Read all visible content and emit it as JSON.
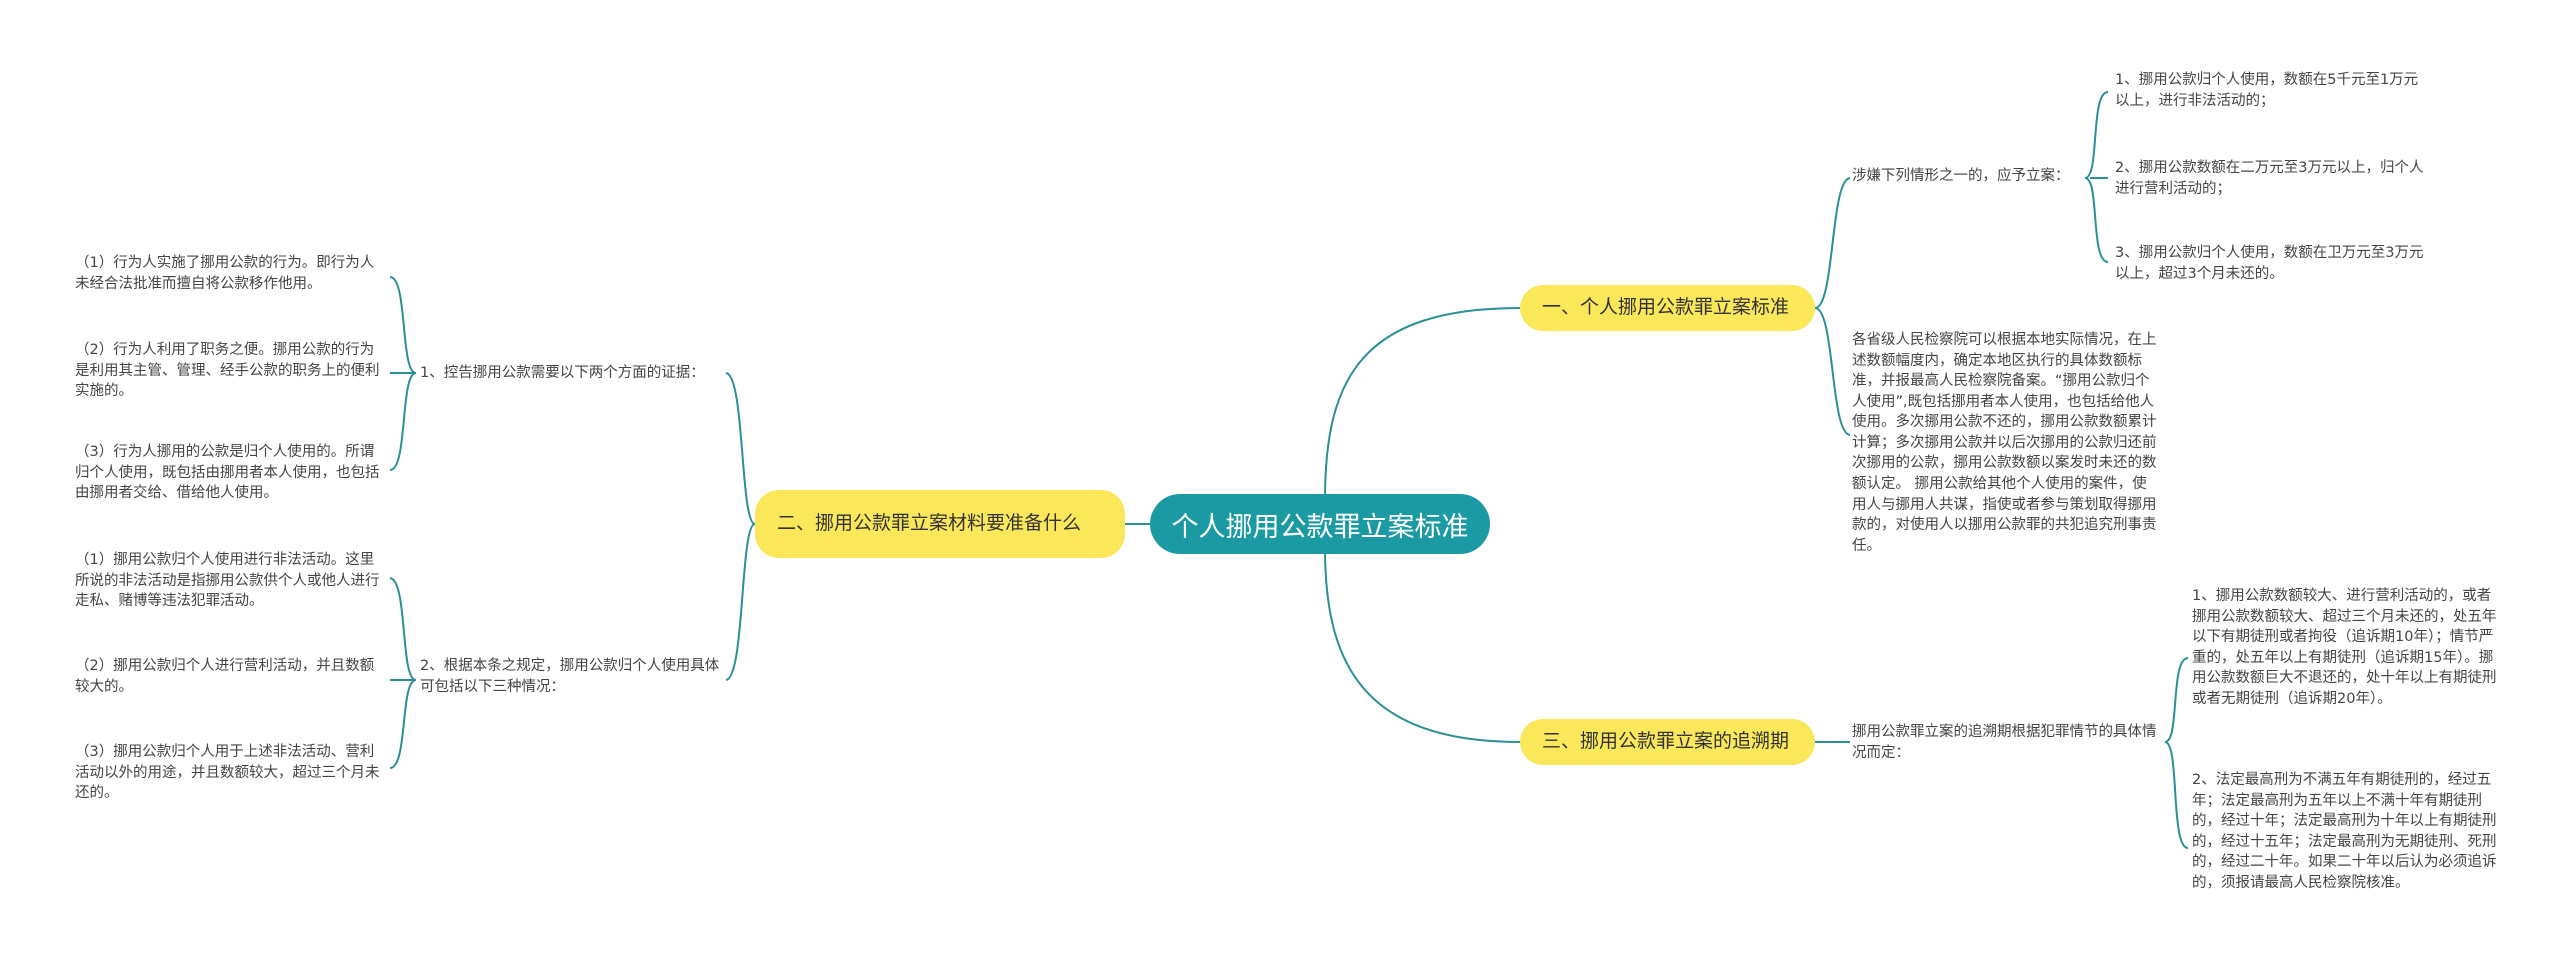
{
  "root": {
    "label": "个人挪用公款罪立案标准"
  },
  "branches": {
    "b1": {
      "label": "一、个人挪用公款罪立案标准"
    },
    "b2": {
      "label": "二、挪用公款罪立案材料要准备什么"
    },
    "b3": {
      "label": "三、挪用公款罪立案的追溯期"
    }
  },
  "nodes": {
    "b1_c1": "涉嫌下列情形之一的，应予立案：",
    "b1_c1_l1": "1、挪用公款归个人使用，数额在5千元至1万元以上，进行非法活动的；",
    "b1_c1_l2": "2、挪用公款数额在二万元至3万元以上，归个人进行营利活动的；",
    "b1_c1_l3": "3、挪用公款归个人使用，数额在卫万元至3万元以上，超过3个月未还的。",
    "b1_c2": "各省级人民检察院可以根据本地实际情况，在上述数额幅度内，确定本地区执行的具体数额标准，并报最高人民检察院备案。“挪用公款归个人使用”,既包括挪用者本人使用，也包括给他人使用。多次挪用公款不还的，挪用公款数额累计计算；多次挪用公款并以后次挪用的公款归还前次挪用的公款，挪用公款数额以案发时未还的数额认定。 挪用公款给其他个人使用的案件，使用人与挪用人共谋，指使或者参与策划取得挪用款的，对使用人以挪用公款罪的共犯追究刑事责任。",
    "b2_c1": "1、控告挪用公款需要以下两个方面的证据：",
    "b2_c1_l1": "（1）行为人实施了挪用公款的行为。即行为人未经合法批准而擅自将公款移作他用。",
    "b2_c1_l2": "（2）行为人利用了职务之便。挪用公款的行为是利用其主管、管理、经手公款的职务上的便利实施的。",
    "b2_c1_l3": "（3）行为人挪用的公款是归个人使用的。所谓归个人使用，既包括由挪用者本人使用，也包括由挪用者交给、借给他人使用。",
    "b2_c2": "2、根据本条之规定，挪用公款归个人使用具体可包括以下三种情况：",
    "b2_c2_l1": "（1）挪用公款归个人使用进行非法活动。这里所说的非法活动是指挪用公款供个人或他人进行走私、赌博等违法犯罪活动。",
    "b2_c2_l2": "（2）挪用公款归个人进行营利活动，并且数额较大的。",
    "b2_c2_l3": "（3）挪用公款归个人用于上述非法活动、营利活动以外的用途，并且数额较大，超过三个月未还的。",
    "b3_c1": "挪用公款罪立案的追溯期根据犯罪情节的具体情况而定：",
    "b3_c1_l1": "1、挪用公款数额较大、进行营利活动的，或者挪用公款数额较大、超过三个月未还的，处五年以下有期徒刑或者拘役（追诉期10年）；情节严重的，处五年以上有期徒刑（追诉期15年）。挪用公款数额巨大不退还的，处十年以上有期徒刑或者无期徒刑（追诉期20年）。",
    "b3_c1_l2": "2、法定最高刑为不满五年有期徒刑的，经过五年；法定最高刑为五年以上不满十年有期徒刑的，经过十年；法定最高刑为十年以上有期徒刑的，经过十五年；法定最高刑为无期徒刑、死刑的，经过二十年。如果二十年以后认为必须追诉的，须报请最高人民检察院核准。"
  },
  "colors": {
    "root_fill": "#1b9aa4",
    "branch_fill": "#fbe75a",
    "line": "#2a8f97",
    "text": "#333333"
  }
}
